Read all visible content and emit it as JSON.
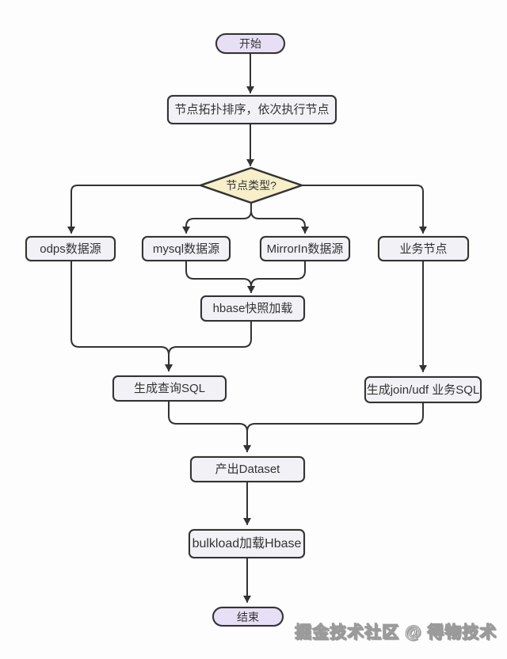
{
  "nodes": {
    "start": "开始",
    "topo_sort": "节点拓扑排序，依次执行节点",
    "decision": "节点类型?",
    "odps": "odps数据源",
    "mysql": "mysql数据源",
    "mirrorin": "MirrorIn数据源",
    "business": "业务节点",
    "hbase_snapshot": "hbase快照加载",
    "gen_query_sql": "生成查询SQL",
    "gen_join_udf_sql": "生成join/udf 业务SQL",
    "dataset": "产出Dataset",
    "bulkload": "bulkload加载Hbase",
    "end": "结束"
  },
  "watermark": "掘金技术社区 @ 得物技术",
  "colors": {
    "terminal_fill": "#e6dff6",
    "decision_fill": "#f7efc9",
    "process_fill": "#f2f2f6",
    "stroke": "#333333"
  }
}
